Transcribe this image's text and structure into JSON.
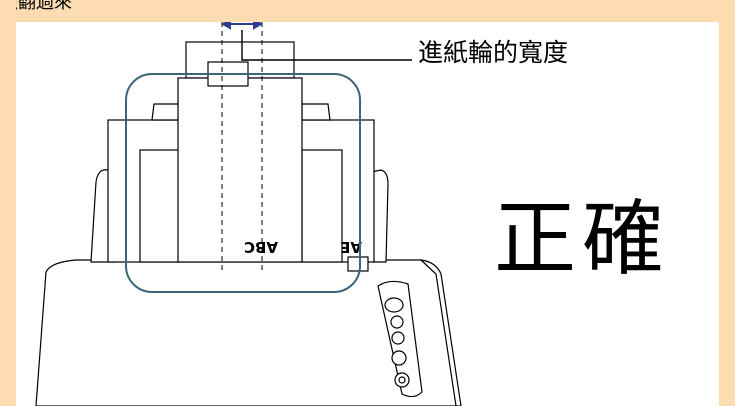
{
  "header": {
    "text": "照翻過來"
  },
  "diagram": {
    "callout_label": "進紙輪的寬度",
    "verdict_label": "正確",
    "paper_text": "ABC",
    "paper_text_2": "AE",
    "colors": {
      "frame": "#fcdcb0",
      "highlight_outline": "#3a6478",
      "measure_arrow": "#2f3b8c",
      "line": "#000000"
    }
  }
}
